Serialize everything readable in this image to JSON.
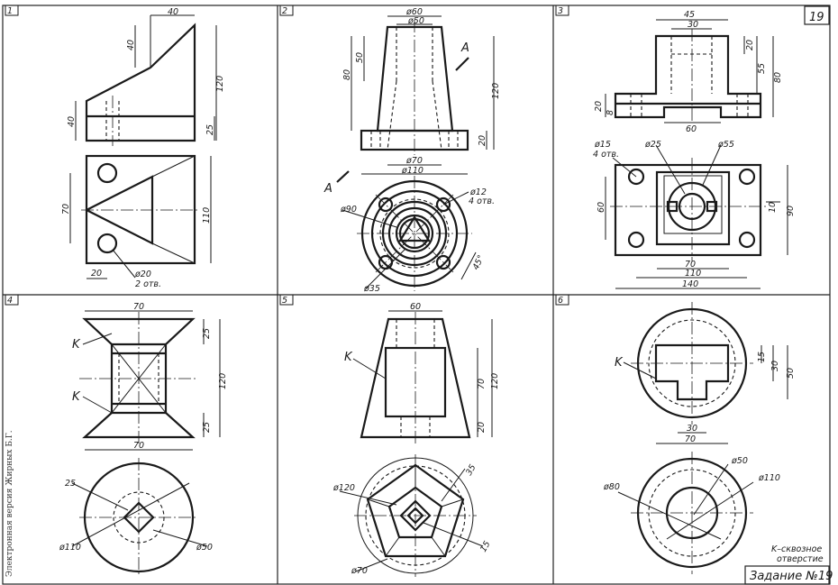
{
  "sheet": {
    "number": "19",
    "title": "Задание №19",
    "side_text": "Электронная версия Жирных Б.Г."
  },
  "panels": [
    {
      "id": "1",
      "dims": [
        "40",
        "40",
        "120",
        "40",
        "25",
        "70",
        "110",
        "20",
        "ø20",
        "2 отв."
      ]
    },
    {
      "id": "2",
      "dims": [
        "ø60",
        "ø50",
        "50",
        "80",
        "120",
        "20",
        "ø70",
        "ø110",
        "ø12",
        "4 отв.",
        "ø90",
        "45°",
        "ø35",
        "A",
        "A"
      ]
    },
    {
      "id": "3",
      "dims": [
        "45",
        "30",
        "20",
        "55",
        "80",
        "20",
        "8",
        "60",
        "ø15",
        "4 отв.",
        "ø25",
        "ø55",
        "60",
        "10",
        "90",
        "70",
        "110",
        "140"
      ]
    },
    {
      "id": "4",
      "dims": [
        "70",
        "25",
        "120",
        "25",
        "70",
        "25",
        "ø110",
        "ø50",
        "K",
        "K"
      ]
    },
    {
      "id": "5",
      "dims": [
        "60",
        "120",
        "70",
        "20",
        "35",
        "ø120",
        "15",
        "ø70",
        "K"
      ]
    },
    {
      "id": "6",
      "dims": [
        "15",
        "30",
        "50",
        "30",
        "70",
        "ø50",
        "ø80",
        "ø110",
        "K"
      ]
    }
  ],
  "note": {
    "line1": "K–сквозное",
    "line2": "отверстие"
  }
}
